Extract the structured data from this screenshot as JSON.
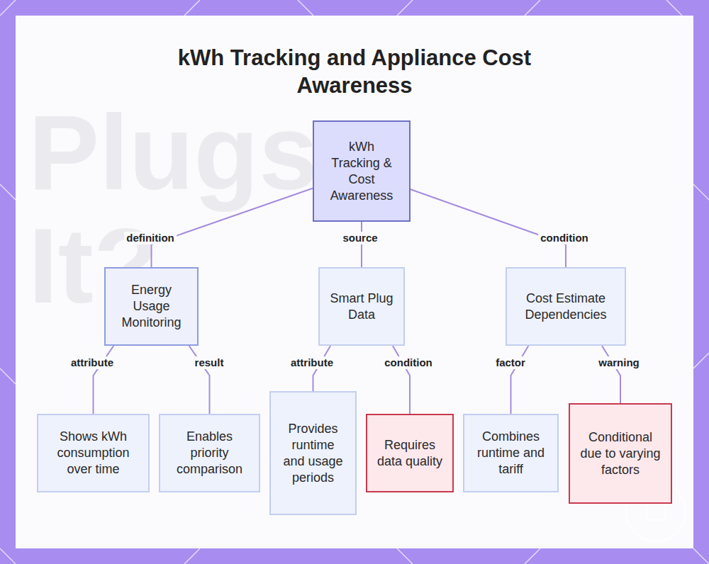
{
  "diagram": {
    "title": "kWh Tracking and Appliance Cost Awareness",
    "nodes": [
      {
        "text": [
          "kWh Tracking & Cost Awareness"
        ]
      },
      {
        "text": [
          "Energy Usage Monitoring"
        ]
      },
      {
        "text": [
          "Smart Plug Data"
        ]
      },
      {
        "text": [
          "Cost Estimate Dependencies"
        ]
      },
      {
        "text": [
          "Shows kWh consumption over time"
        ]
      },
      {
        "text": [
          "Enables priority comparison"
        ]
      },
      {
        "text": [
          "Provides runtime and usage periods"
        ]
      },
      {
        "text": [
          "Requires data quality"
        ]
      },
      {
        "text": [
          "Combines runtime and tariff"
        ]
      },
      {
        "text": [
          "Conditional due to varying factors"
        ]
      }
    ],
    "edges": [
      {
        "from": 0,
        "to": 1,
        "label": "definition",
        "arrow": "none"
      },
      {
        "from": 0,
        "to": 2,
        "label": "source",
        "arrow": "none"
      },
      {
        "from": 0,
        "to": 3,
        "label": "condition",
        "arrow": "none"
      },
      {
        "from": 1,
        "to": 4,
        "label": "attribute",
        "arrow": "none"
      },
      {
        "from": 1,
        "to": 5,
        "label": "result",
        "arrow": "none"
      },
      {
        "from": 2,
        "to": 6,
        "label": "attribute",
        "arrow": "none"
      },
      {
        "from": 2,
        "to": 7,
        "label": "condition",
        "arrow": "none"
      },
      {
        "from": 3,
        "to": 8,
        "label": "factor",
        "arrow": "none"
      },
      {
        "from": 3,
        "to": 9,
        "label": "warning",
        "arrow": "none"
      }
    ],
    "labels": [
      "Plugs",
      "It?"
    ]
  }
}
